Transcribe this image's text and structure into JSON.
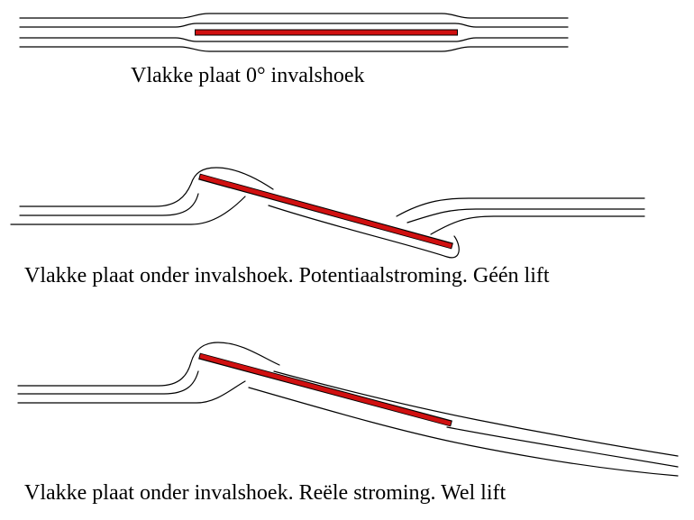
{
  "colors": {
    "background": "#ffffff",
    "streamline": "#000000",
    "plate_fill": "#d01010",
    "plate_outline": "#000000",
    "text": "#000000"
  },
  "panels": [
    {
      "caption": "Vlakke plaat 0° invalshoek"
    },
    {
      "caption": "Vlakke plaat onder invalshoek. Potentiaalstroming. Géén lift"
    },
    {
      "caption": "Vlakke plaat onder invalshoek. Reële stroming. Wel lift"
    }
  ]
}
